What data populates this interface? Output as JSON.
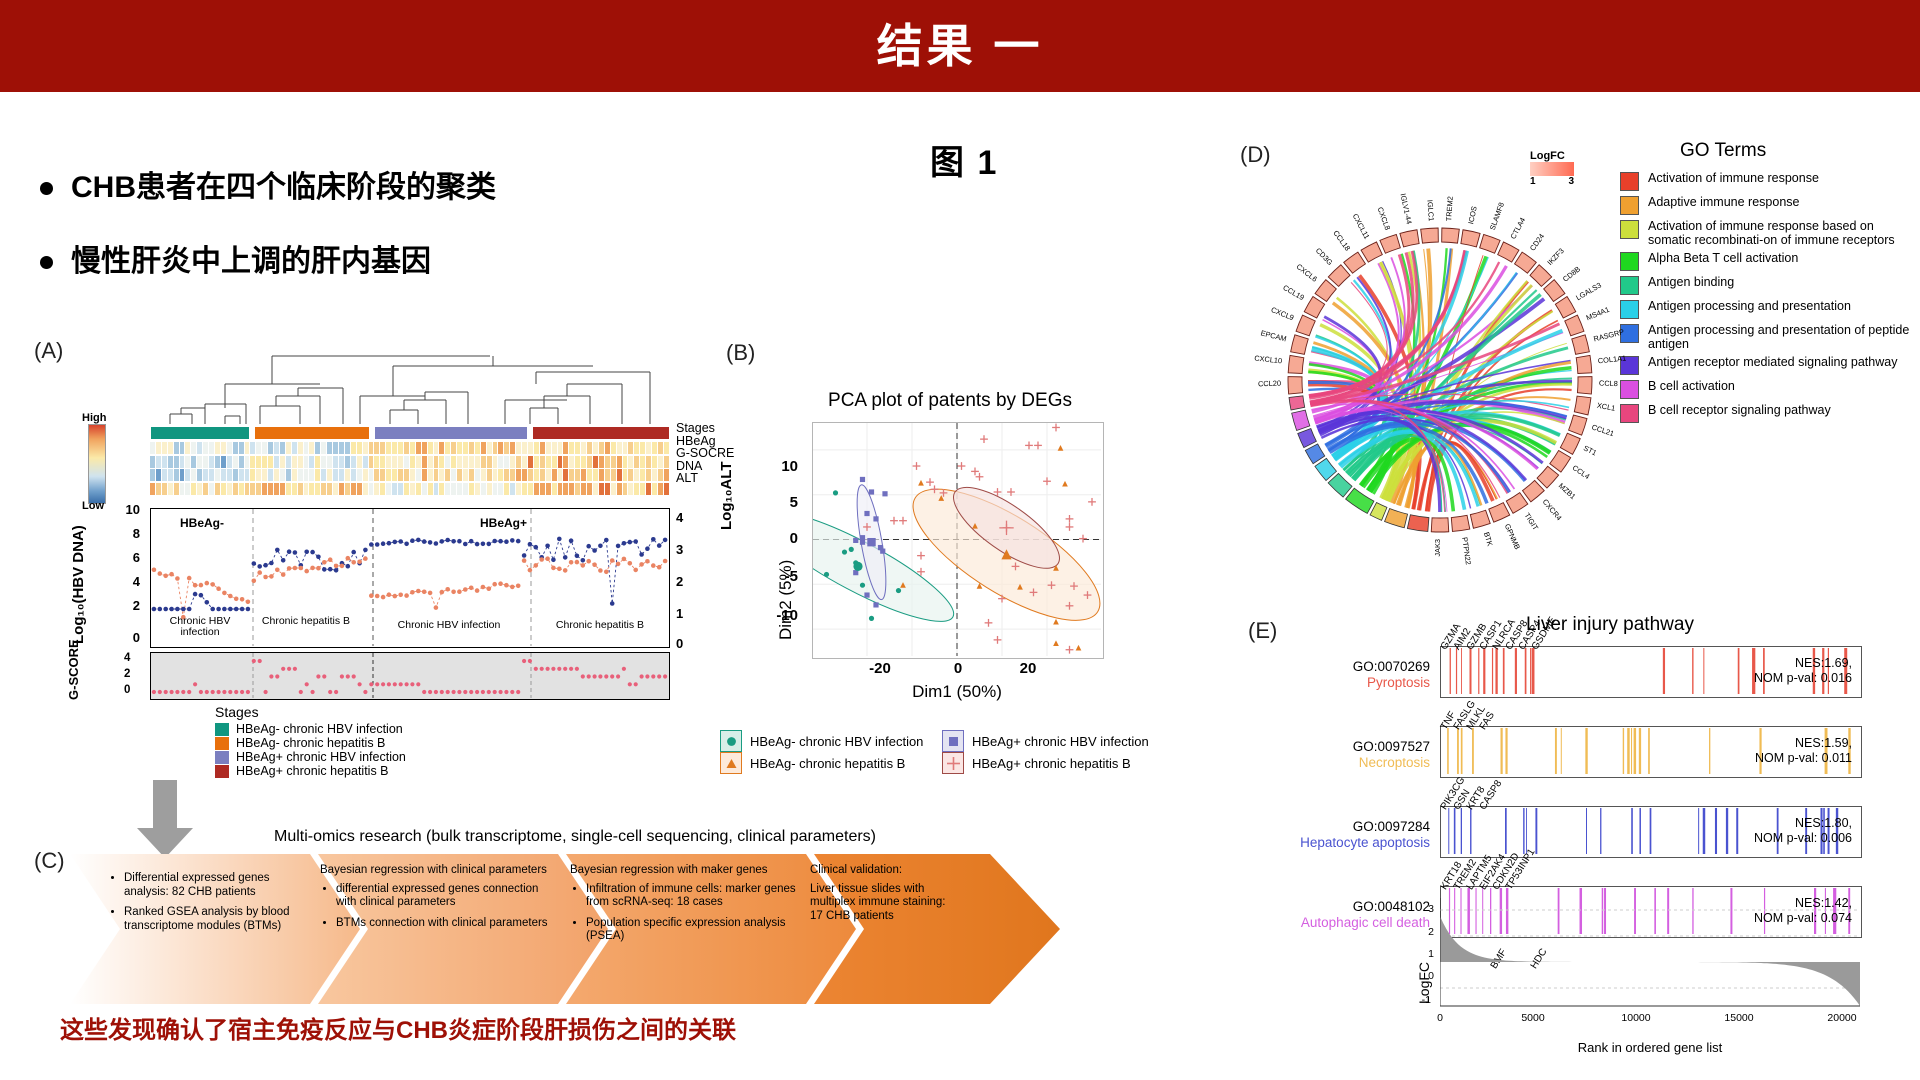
{
  "header": {
    "title": "结果 一"
  },
  "figure_label": "图 1",
  "bullets": [
    {
      "text": "CHB患者在四个临床阶段的聚类"
    },
    {
      "text": "慢性肝炎中上调的肝内基因"
    }
  ],
  "bottom_text": "这些发现确认了宿主免疫反应与CHB炎症阶段肝损伤之间的关联",
  "panelA": {
    "letter": "(A)",
    "heat_scale": {
      "high": "High",
      "low": "Low"
    },
    "row_labels": [
      "Stages",
      "HBeAg",
      "G-SOCRE",
      "DNA",
      "ALT"
    ],
    "left_axis_label": "Log₁₀(HBV DNA)",
    "right_axis_label": "Log₁₀ALT",
    "left_ticks": [
      "10",
      "8",
      "6",
      "4",
      "2",
      "0"
    ],
    "right_ticks": [
      "4",
      "3",
      "2",
      "1",
      "0"
    ],
    "hbeag_markers": [
      "HBeAg-",
      "HBeAg+"
    ],
    "group_names": [
      "Chronic HBV infection",
      "Chronic hepatitis B",
      "Chronic HBV infection",
      "Chronic hepatitis B"
    ],
    "gscore_label": "G-SCORE",
    "gscore_ticks": [
      "4",
      "2",
      "0"
    ],
    "stages_legend_title": "Stages",
    "stages": [
      {
        "label": "HBeAg- chronic HBV infection",
        "color": "#109680"
      },
      {
        "label": "HBeAg- chronic hepatitis B",
        "color": "#e8700c"
      },
      {
        "label": "HBeAg+ chronic HBV infection",
        "color": "#7b7fc0"
      },
      {
        "label": "HBeAg+ chronic hepatitis B",
        "color": "#ae2a23"
      }
    ]
  },
  "panelB": {
    "letter": "(B)",
    "title": "PCA plot of patents by DEGs",
    "xlabel": "Dim1 (50%)",
    "ylabel": "Dim2 (5%)",
    "xticks": [
      "-20",
      "0",
      "20"
    ],
    "yticks": [
      "10",
      "5",
      "0",
      "-5",
      "-10"
    ],
    "legend": [
      {
        "label": "HBeAg- chronic HBV infection",
        "color": "#1a9c82",
        "shape": "circle"
      },
      {
        "label": "HBeAg+ chronic HBV infection",
        "color": "#6f6fbf",
        "shape": "square"
      },
      {
        "label": "HBeAg- chronic hepatitis B",
        "color": "#e07a1f",
        "shape": "triangle"
      },
      {
        "label": "HBeAg+ chronic hepatitis B",
        "color": "#e07a7a",
        "shape": "plus"
      }
    ]
  },
  "panelC": {
    "letter": "(C)",
    "title": "Multi-omics research (bulk transcriptome, single-cell sequencing, clinical parameters)",
    "steps": [
      {
        "headline": "",
        "items": [
          "Differential expressed genes analysis: 82 CHB patients",
          "Ranked GSEA analysis by blood transcriptome modules (BTMs)"
        ]
      },
      {
        "headline": "Bayesian regression with clinical parameters",
        "items": [
          "differential expressed genes connection with clinical parameters",
          "BTMs connection with clinical parameters"
        ]
      },
      {
        "headline": "Bayesian regression with maker genes",
        "items": [
          "Infiltration of immune cells: marker genes from scRNA-seq: 18 cases",
          "Population specific expression analysis (PSEA)"
        ]
      },
      {
        "headline": "Clinical validation:",
        "items": [
          "Liver tissue slides with multiplex immune staining: 17 CHB patients"
        ],
        "plain": true
      }
    ]
  },
  "panelD": {
    "letter": "(D)",
    "logfc_title": "LogFC",
    "logfc_ticks": [
      "1",
      "3"
    ],
    "go_title": "GO Terms",
    "genes": [
      "CCL20",
      "CXCL10",
      "EPCAM",
      "CXCL9",
      "CCL19",
      "CXCL6",
      "CD3G",
      "CCL18",
      "CXCL11",
      "CXCL8",
      "IGLV1-44",
      "IGLC1",
      "TREM2",
      "ICOS",
      "SLAMF8",
      "CTLA4",
      "CD24",
      "IKZF3",
      "CD8B",
      "LGALS3",
      "MS4A1",
      "RASGRP",
      "COL1A1",
      "CCL8",
      "XCL1",
      "CCL21",
      "ST1",
      "CCL4",
      "MZB1",
      "CXCR4",
      "TIGIT",
      "GPNMB",
      "BTK",
      "PTPN22",
      "JAK3"
    ],
    "go_terms": [
      {
        "label": "Activation of immune response",
        "color": "#e8402a"
      },
      {
        "label": "Adaptive immune response",
        "color": "#efa030"
      },
      {
        "label": "Activation of immune response based on somatic recombinati-on of immune receptors",
        "color": "#cddf3c"
      },
      {
        "label": "Alpha Beta T cell activation",
        "color": "#1fd81f"
      },
      {
        "label": "Antigen binding",
        "color": "#21c98a"
      },
      {
        "label": "Antigen processing and presentation",
        "color": "#2ad0e8"
      },
      {
        "label": "Antigen processing and presentation of peptide antigen",
        "color": "#2f6fe0"
      },
      {
        "label": "Antigen receptor mediated signaling pathway",
        "color": "#5a35d8"
      },
      {
        "label": "B cell activation",
        "color": "#da4fe0"
      },
      {
        "label": "B cell receptor signaling pathway",
        "color": "#e8467e"
      }
    ]
  },
  "panelE": {
    "letter": "(E)",
    "title": "Liver injury pathway",
    "tracks": [
      {
        "go_id": "GO:0070269",
        "name": "Pyroptosis",
        "color": "#e8584a",
        "nes": "NES:1.69,",
        "pval": "NOM p-val: 0.016",
        "genes_top": [
          "GZMA",
          "AIM2",
          "GZMB",
          "CASP1",
          "NLRCA",
          "CASP8",
          "CASP4",
          "GSDME"
        ],
        "genes_bottom": []
      },
      {
        "go_id": "GO:0097527",
        "name": "Necroptosis",
        "color": "#f0bc55",
        "nes": "NES:1.59,",
        "pval": "NOM p-val: 0.011",
        "genes_top": [
          "TNF",
          "FASLG",
          "MLKL",
          "FAS"
        ],
        "genes_bottom": []
      },
      {
        "go_id": "GO:0097284",
        "name": "Hepatocyte apoptosis",
        "color": "#4a53d0",
        "nes": "NES:1.80,",
        "pval": "NOM p-val: 0.006",
        "genes_top": [
          "PIK3CG",
          "GSN",
          "KRT8",
          "CASP8"
        ],
        "genes_bottom": []
      },
      {
        "go_id": "GO:0048102",
        "name": "Autophagic cell death",
        "color": "#d45fe0",
        "nes": "NES:1.42,",
        "pval": "NOM p-val: 0.074",
        "genes_top": [
          "KRT18",
          "TREM2",
          "LAPTM5",
          "EIF2AK4",
          "CDKN2D",
          "TP53INP1"
        ],
        "genes_bottom": [
          "BMF",
          "HDC"
        ]
      }
    ],
    "rank_plot": {
      "ylabel": "LogFC",
      "xlabel": "Rank in ordered gene list",
      "xticks": [
        "0",
        "5000",
        "10000",
        "15000",
        "20000"
      ],
      "yticks": [
        "3",
        "2",
        "1",
        "0",
        "-1"
      ]
    }
  },
  "chart_data": {
    "type": "scatter",
    "title": "PCA plot of patents by DEGs",
    "xlabel": "Dim1 (50%)",
    "ylabel": "Dim2 (5%)",
    "xlim": [
      -32,
      32
    ],
    "ylim": [
      -13,
      13
    ],
    "series": [
      {
        "name": "HBeAg- chronic HBV infection",
        "color": "#1a9c82",
        "shape": "circle",
        "points": [
          [
            -27,
            5.2
          ],
          [
            -25,
            -1.4
          ],
          [
            -23.5,
            -1.1
          ],
          [
            -29,
            -3.9
          ],
          [
            -22,
            -3.2
          ],
          [
            -21,
            -5.1
          ],
          [
            -19,
            -8.8
          ],
          [
            -13,
            -5.7
          ],
          [
            -22.5,
            -2.6
          ]
        ]
      },
      {
        "name": "HBeAg+ chronic HBV infection",
        "color": "#6f6fbf",
        "shape": "square",
        "points": [
          [
            -21,
            6.7
          ],
          [
            -19,
            5.3
          ],
          [
            -16,
            5.1
          ],
          [
            -20,
            2.9
          ],
          [
            -18,
            2.3
          ],
          [
            -22.5,
            -0.1
          ],
          [
            -21,
            -0.3
          ],
          [
            -17,
            -0.9
          ],
          [
            -16.5,
            -1.3
          ],
          [
            -22.5,
            -3.7
          ],
          [
            -20,
            -6.2
          ],
          [
            -18,
            -7.3
          ],
          [
            -21,
            0.2
          ]
        ]
      },
      {
        "name": "HBeAg- chronic hepatitis B",
        "color": "#e07a1f",
        "shape": "triangle",
        "points": [
          [
            23,
            10.2
          ],
          [
            24,
            6.2
          ],
          [
            -8,
            6.3
          ],
          [
            -3.5,
            4.6
          ],
          [
            4,
            1.5
          ],
          [
            11,
            -1.7
          ],
          [
            22,
            -3.2
          ],
          [
            -12,
            -5.1
          ],
          [
            5,
            -5.2
          ],
          [
            14,
            -5.3
          ],
          [
            22,
            -9.2
          ],
          [
            22,
            -11.6
          ],
          [
            27,
            -12.1
          ]
        ]
      },
      {
        "name": "HBeAg+ chronic hepatitis B",
        "color": "#e07a7a",
        "shape": "plus",
        "points": [
          [
            6,
            11.2
          ],
          [
            22,
            12.5
          ],
          [
            16,
            10.5
          ],
          [
            18,
            10.5
          ],
          [
            -9,
            8.2
          ],
          [
            1,
            8.2
          ],
          [
            4,
            7.6
          ],
          [
            -6,
            6.4
          ],
          [
            -5,
            5.6
          ],
          [
            -3,
            5.2
          ],
          [
            5,
            7.0
          ],
          [
            20,
            6.5
          ],
          [
            9,
            5.3
          ],
          [
            12,
            5.3
          ],
          [
            30,
            4.2
          ],
          [
            -14,
            2.1
          ],
          [
            -12,
            2.1
          ],
          [
            -20,
            1.4
          ],
          [
            25,
            2.3
          ],
          [
            25,
            1.4
          ],
          [
            11,
            1.3
          ],
          [
            28,
            0.1
          ],
          [
            -8,
            -1.8
          ],
          [
            -8,
            -3.6
          ],
          [
            13,
            -3.0
          ],
          [
            21,
            -5.1
          ],
          [
            26,
            -5.2
          ],
          [
            17,
            -5.9
          ],
          [
            29,
            -6.2
          ],
          [
            10,
            -6.6
          ],
          [
            25,
            -7.4
          ],
          [
            7,
            -9.3
          ],
          [
            9,
            -11.2
          ],
          [
            25,
            -12.3
          ]
        ]
      }
    ]
  }
}
